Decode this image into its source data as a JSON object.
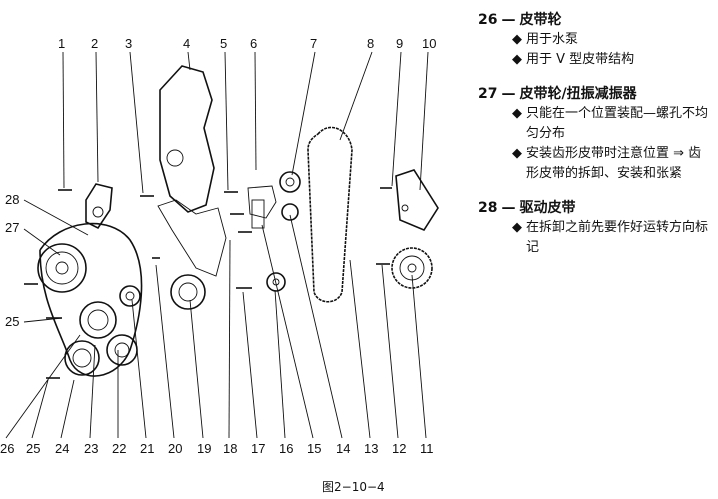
{
  "callouts": {
    "top": [
      "1",
      "2",
      "3",
      "4",
      "5",
      "6",
      "7",
      "8",
      "9",
      "10"
    ],
    "bottom": [
      "26",
      "25",
      "24",
      "23",
      "22",
      "21",
      "20",
      "19",
      "18",
      "17",
      "16",
      "15",
      "14",
      "13",
      "12",
      "11"
    ],
    "left": [
      "28",
      "27",
      "25"
    ]
  },
  "legend": [
    {
      "number": "26",
      "dash": "—",
      "title": "皮带轮",
      "notes": [
        "用于水泵",
        "用于 V 型皮带结构"
      ]
    },
    {
      "number": "27",
      "dash": "—",
      "title": "皮带轮/扭振减振器",
      "notes": [
        "只能在一个位置装配—螺孔不均匀分布",
        "安装齿形皮带时注意位置 ⇒ 齿形皮带的拆卸、安装和张紧"
      ]
    },
    {
      "number": "28",
      "dash": "—",
      "title": "驱动皮带",
      "notes": [
        "在拆卸之前先要作好运转方向标记"
      ]
    }
  ],
  "bullet_symbol": "◆",
  "caption": "图2−10−4"
}
